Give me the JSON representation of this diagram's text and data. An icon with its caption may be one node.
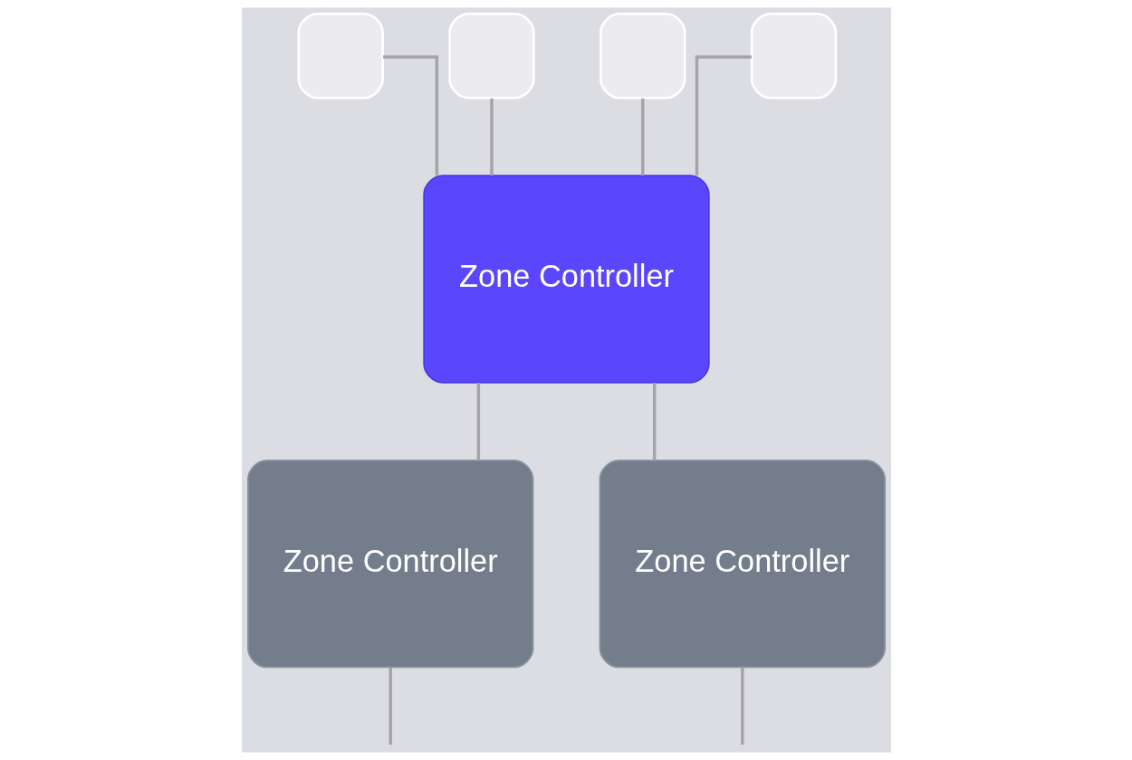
{
  "diagram": {
    "nodes": [
      {
        "text": [],
        "shape": "box"
      },
      {
        "text": [],
        "shape": "box"
      },
      {
        "text": [],
        "shape": "box"
      },
      {
        "text": [],
        "shape": "box"
      },
      {
        "text": [
          "Zone Controller"
        ]
      },
      {
        "text": [
          "Zone Controller"
        ]
      },
      {
        "text": [
          "Zone Controller"
        ]
      }
    ],
    "edges": [
      {
        "from": 0,
        "to": 4,
        "arrow": "none"
      },
      {
        "from": 1,
        "to": 4,
        "arrow": "none"
      },
      {
        "from": 2,
        "to": 4,
        "arrow": "none"
      },
      {
        "from": 3,
        "to": 4,
        "arrow": "none"
      },
      {
        "from": 4,
        "to": 5,
        "arrow": "none"
      },
      {
        "from": 4,
        "to": 6,
        "arrow": "none"
      },
      {
        "from": 5,
        "to": null,
        "arrow": "none"
      },
      {
        "from": 6,
        "to": null,
        "arrow": "none"
      }
    ]
  }
}
